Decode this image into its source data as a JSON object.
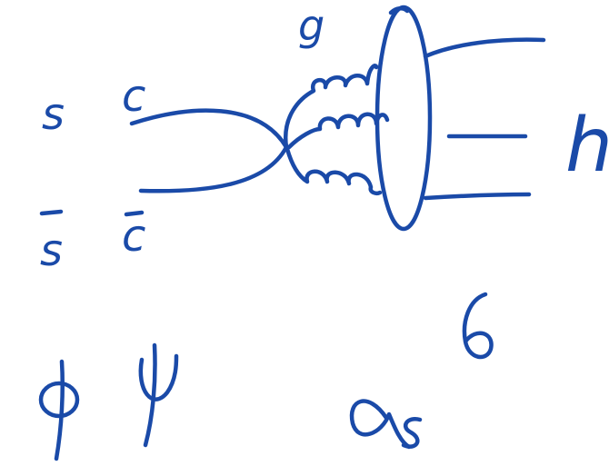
{
  "diagram": {
    "ink_color": "#1a4aa8",
    "background": "#ffffff",
    "labels": {
      "quark_s": "s",
      "quark_c": "c",
      "antiquark_s": "s",
      "antiquark_c": "c",
      "gluon": "g",
      "hadron": "h"
    },
    "symbols": {
      "phi": "ϕ",
      "psi": "ψ",
      "alpha": "α",
      "alpha_subscript": "s",
      "alpha_power": "6"
    }
  }
}
